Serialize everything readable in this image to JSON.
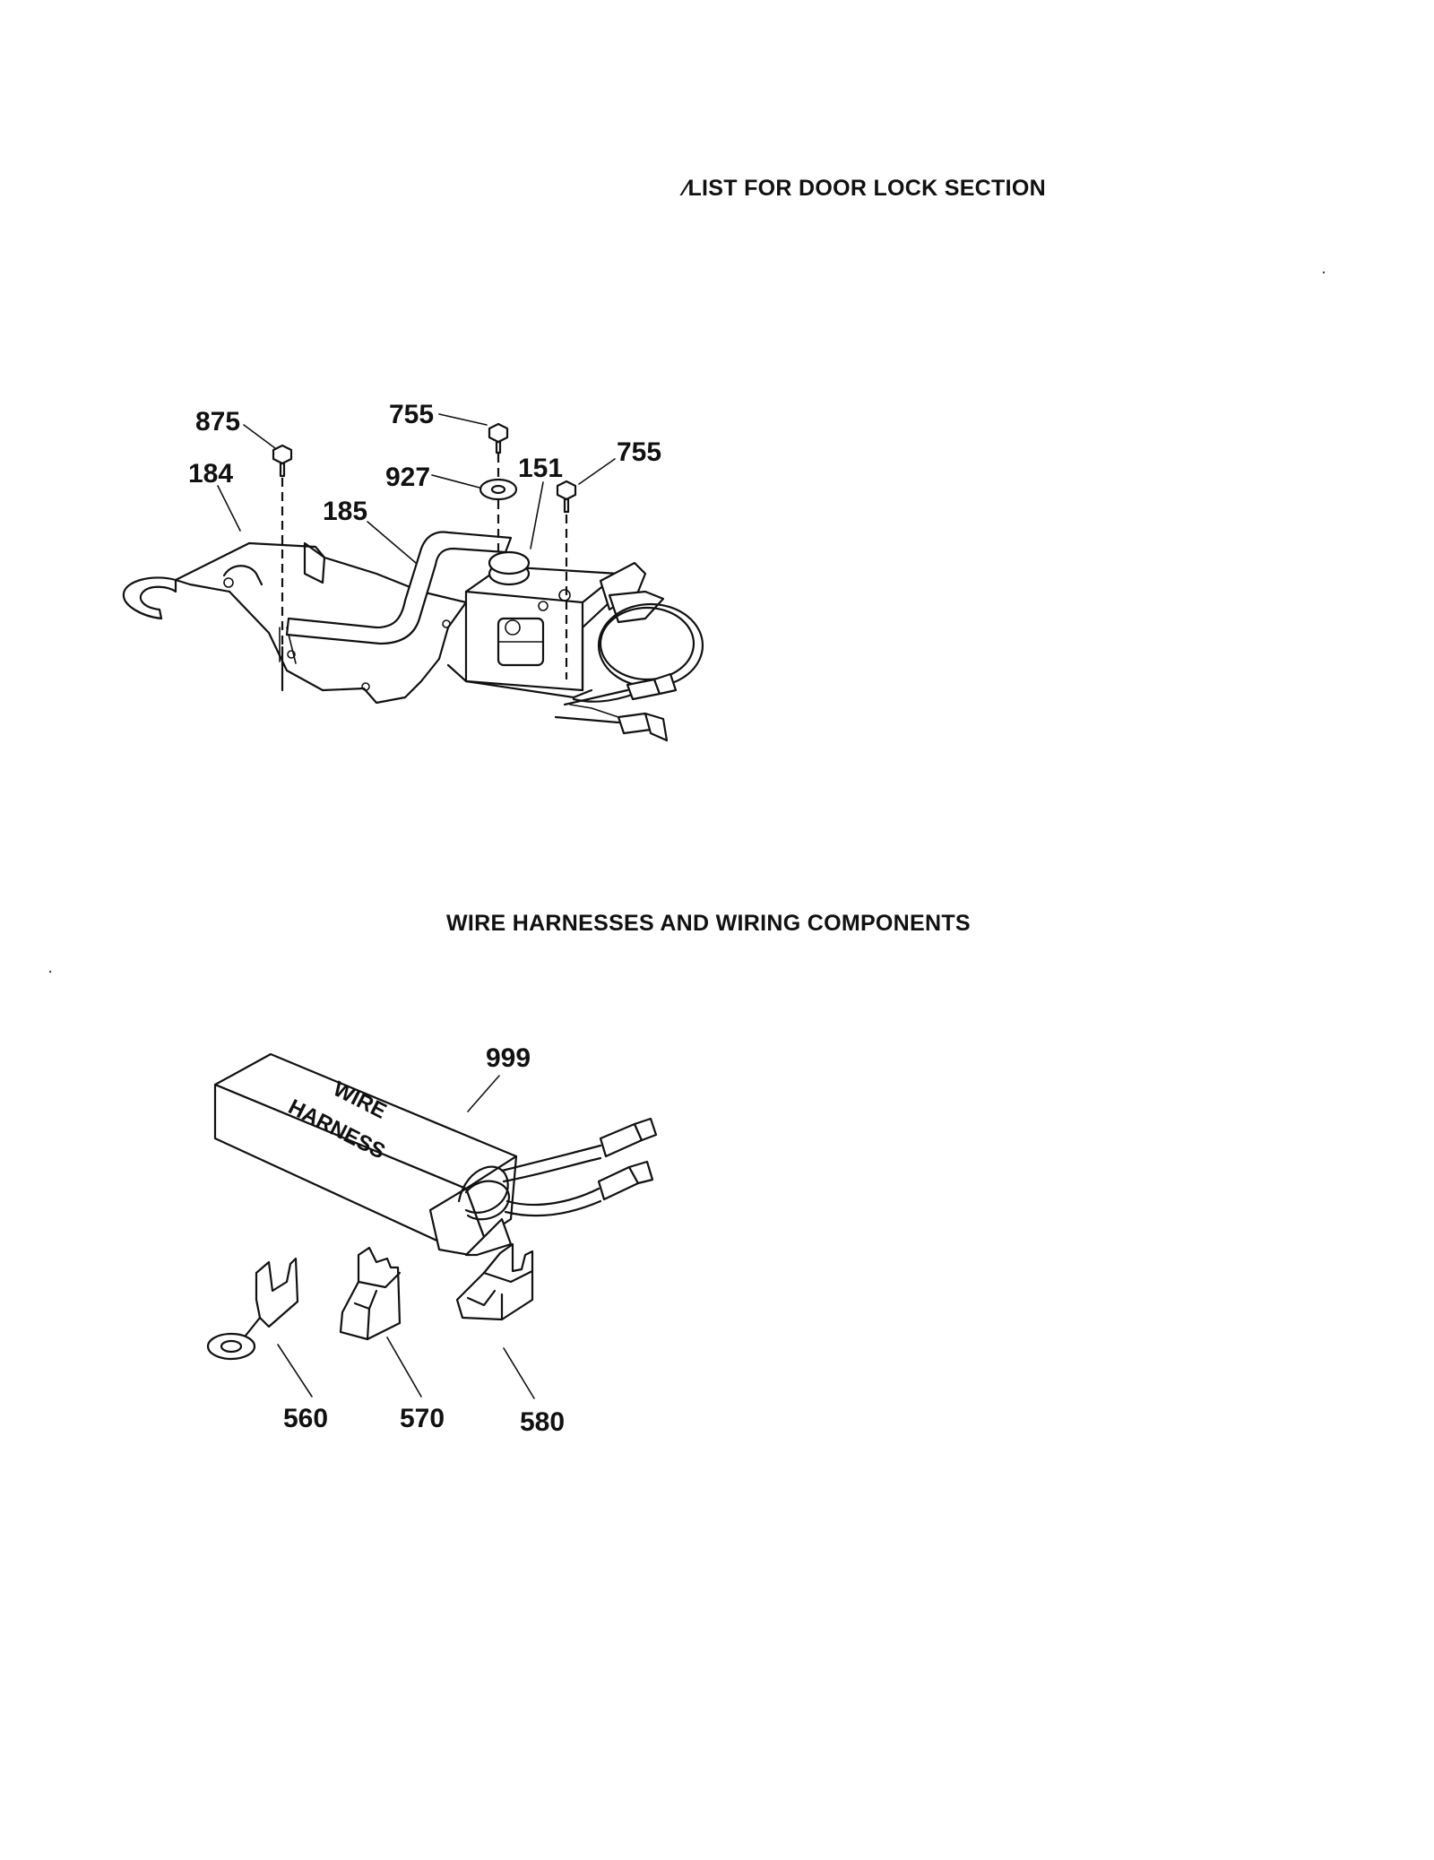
{
  "sections": {
    "door_lock_title": "⁄LIST FOR DOOR LOCK SECTION",
    "wiring_title": "WIRE HARNESSES AND WIRING COMPONENTS"
  },
  "door_lock": {
    "callouts": [
      "875",
      "755",
      "184",
      "927",
      "151",
      "755",
      "185"
    ]
  },
  "wiring": {
    "callouts": [
      "999",
      "560",
      "570",
      "580"
    ],
    "box_label_line1": "WIRE",
    "box_label_line2": "HARNESS"
  }
}
